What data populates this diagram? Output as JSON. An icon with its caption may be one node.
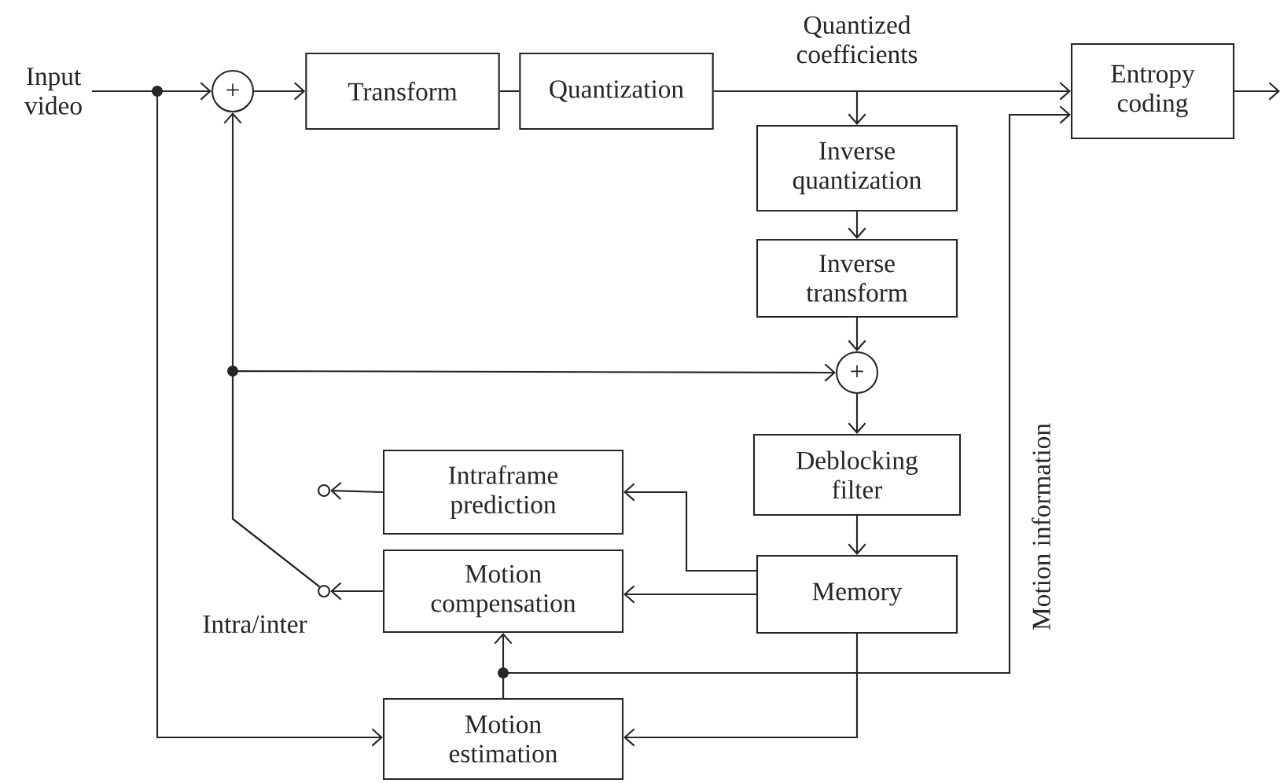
{
  "diagram": {
    "nodes": [
      {
        "text": [
          "Input video"
        ]
      },
      {
        "text": [
          "+"
        ]
      },
      {
        "text": [
          "Transform"
        ]
      },
      {
        "text": [
          "Quantization"
        ]
      },
      {
        "text": [
          "Inverse quantization"
        ]
      },
      {
        "text": [
          "Inverse transform"
        ]
      },
      {
        "text": [
          "+"
        ]
      },
      {
        "text": [
          "Deblocking filter"
        ]
      },
      {
        "text": [
          "Memory"
        ]
      },
      {
        "text": [
          "Intraframe prediction"
        ]
      },
      {
        "text": [
          "Motion compensation"
        ]
      },
      {
        "text": [
          "Motion estimation"
        ]
      },
      {
        "text": [
          "Entropy coding"
        ]
      },
      {
        "text": [],
        "shape": "circle"
      },
      {
        "text": [],
        "shape": "circle"
      }
    ],
    "edges": [
      {
        "from": 0,
        "to": 1,
        "arrow": "to"
      },
      {
        "from": 0,
        "to": 11,
        "arrow": "to"
      },
      {
        "from": 1,
        "to": 2,
        "arrow": "to"
      },
      {
        "from": 2,
        "to": 3,
        "arrow": "none"
      },
      {
        "from": 3,
        "to": 12,
        "arrow": "to",
        "label": "Quantized coefficients"
      },
      {
        "from": 3,
        "to": 4,
        "arrow": "to"
      },
      {
        "from": 4,
        "to": 5,
        "arrow": "to"
      },
      {
        "from": 5,
        "to": 6,
        "arrow": "to"
      },
      {
        "from": 6,
        "to": 7,
        "arrow": "to"
      },
      {
        "from": 7,
        "to": 8,
        "arrow": "to"
      },
      {
        "from": 8,
        "to": 9,
        "arrow": "to"
      },
      {
        "from": 8,
        "to": 10,
        "arrow": "to"
      },
      {
        "from": 8,
        "to": 11,
        "arrow": "to"
      },
      {
        "from": 9,
        "to": 13,
        "arrow": "to"
      },
      {
        "from": 10,
        "to": 14,
        "arrow": "to"
      },
      {
        "from": 11,
        "to": 10,
        "arrow": "to"
      },
      {
        "from": 11,
        "to": 12,
        "arrow": "to",
        "label": "Motion information"
      },
      {
        "from": 12,
        "to": null,
        "arrow": "to"
      },
      {
        "from": 14,
        "to": 1,
        "arrow": "to"
      },
      {
        "from": 14,
        "to": 6,
        "arrow": "to"
      }
    ],
    "labels": [
      "Intra/inter"
    ]
  }
}
